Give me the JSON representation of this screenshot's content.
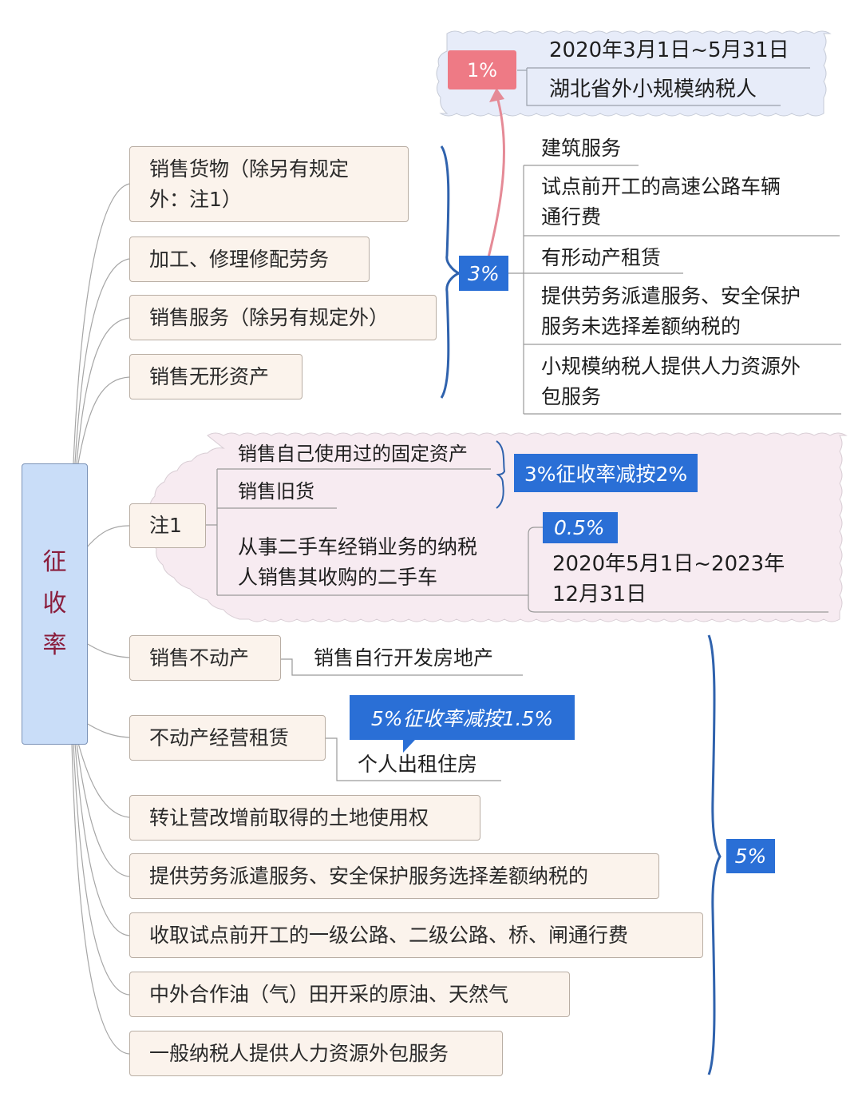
{
  "root": {
    "title_chars": [
      "征",
      "收",
      "率"
    ],
    "title": "征收率"
  },
  "group_3pct": {
    "rate_label": "3%",
    "sources": [
      "销售货物（除另有规定外：注1）",
      "加工、修理修配劳务",
      "销售服务（除另有规定外）",
      "销售无形资产"
    ],
    "source_lines": [
      [
        "销售货物（除另有规定",
        "外：注1）"
      ],
      [
        "加工、修理修配劳务"
      ],
      [
        "销售服务（除另有规定外）"
      ],
      [
        "销售无形资产"
      ]
    ],
    "details": [
      {
        "text": "建筑服务",
        "lines": [
          "建筑服务"
        ]
      },
      {
        "text": "试点前开工的高速公路车辆通行费",
        "lines": [
          "试点前开工的高速公路车辆",
          "通行费"
        ]
      },
      {
        "text": "有形动产租赁",
        "lines": [
          "有形动产租赁"
        ]
      },
      {
        "text": "提供劳务派遣服务、安全保护服务未选择差额纳税的",
        "lines": [
          "提供劳务派遣服务、安全保护",
          "服务未选择差额纳税的"
        ]
      },
      {
        "text": "小规模纳税人提供人力资源外包服务",
        "lines": [
          "小规模纳税人提供人力资源外",
          "包服务"
        ]
      }
    ]
  },
  "callout_1pct": {
    "rate_label": "1%",
    "period": "2020年3月1日~5月31日",
    "scope": "湖北省外小规模纳税人"
  },
  "note1": {
    "label": "注1",
    "items": [
      "销售自己使用过的固定资产",
      "销售旧货"
    ],
    "items_rate": "3%征收率减按2%",
    "used_car": {
      "lines": [
        "从事二手车经销业务的纳税",
        "人销售其收购的二手车"
      ],
      "rate_label": "0.5%",
      "period_lines": [
        "2020年5月1日~2023年",
        "12月31日"
      ]
    }
  },
  "group_5pct": {
    "rate_label": "5%",
    "sources": [
      {
        "label": "销售不动产",
        "sub": "销售自行开发房地产"
      },
      {
        "label": "不动产经营租赁",
        "sub": "个人出租住房",
        "callout": "5%征收率减按1.5%"
      },
      {
        "label": "转让营改增前取得的土地使用权"
      },
      {
        "label": "提供劳务派遣服务、安全保护服务选择差额纳税的"
      },
      {
        "label": "收取试点前开工的一级公路、二级公路、桥、闸通行费"
      },
      {
        "label": "中外合作油（气）田开采的原油、天然气"
      },
      {
        "label": "一般纳税人提供人力资源外包服务"
      }
    ]
  },
  "colors": {
    "root_fill": "#c9ddf8",
    "root_text": "#8a1d3c",
    "node_fill": "#fbf3ec",
    "badge_blue": "#2a6fd6",
    "badge_red": "#ee7a85",
    "brace_blue": "#2f62ad",
    "arrow_red": "#e58a96",
    "cloud_blue": "#e7ecf9",
    "cloud_pink": "#f7ebf1"
  }
}
